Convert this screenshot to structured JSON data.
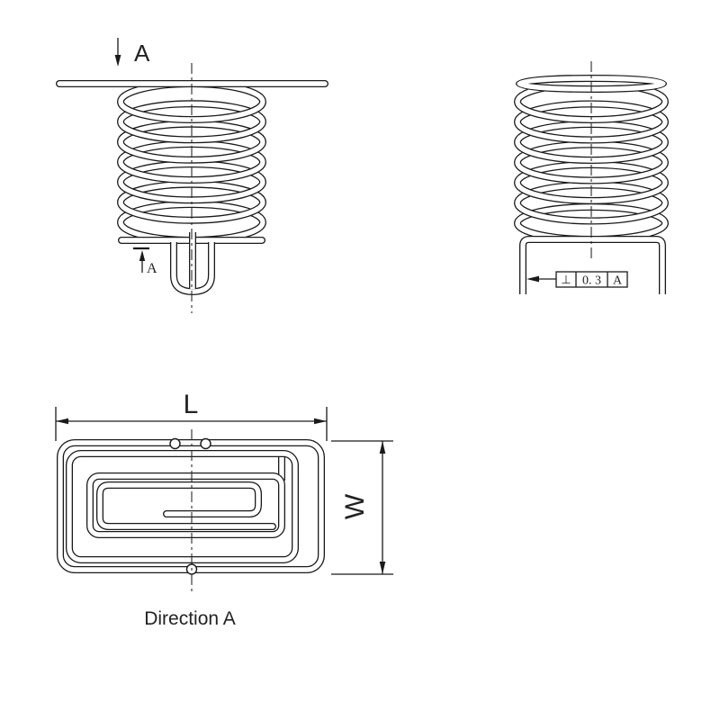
{
  "drawing": {
    "background": "#ffffff",
    "line_color": "#1a1a1a",
    "front_view": {
      "description": "coil spring side view with section arrows",
      "section_top_label": "A",
      "section_bottom_label": "A"
    },
    "side_view": {
      "description": "coil spring side view with perpendicularity tolerance",
      "fcf": {
        "symbol": "⊥",
        "tolerance": "0. 3",
        "datum": "A"
      }
    },
    "top_view": {
      "description": "rectangular spiral coil viewed from direction A",
      "dim_length": "L",
      "dim_width": "W",
      "caption": "Direction A"
    }
  }
}
